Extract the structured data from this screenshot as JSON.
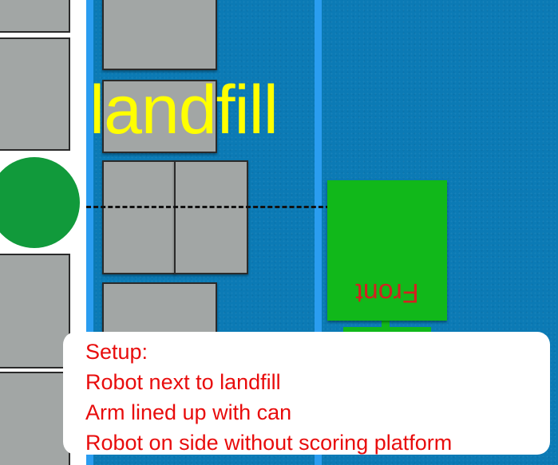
{
  "landfill_label": "landfill",
  "robot_front_label": "Front",
  "setup_note": {
    "lines": [
      "Setup:",
      "Robot next to landfill",
      "Arm lined up with can",
      "Robot on side without scoring platform"
    ]
  },
  "colors": {
    "field": "#0b7ab5",
    "rail": "#2a9df0",
    "tile": "#a2a6a5",
    "can": "#119a3b",
    "robot": "#11b81a",
    "landfill_text": "#ffff00",
    "note_text": "#e80c0c",
    "front_text": "#d42020"
  }
}
